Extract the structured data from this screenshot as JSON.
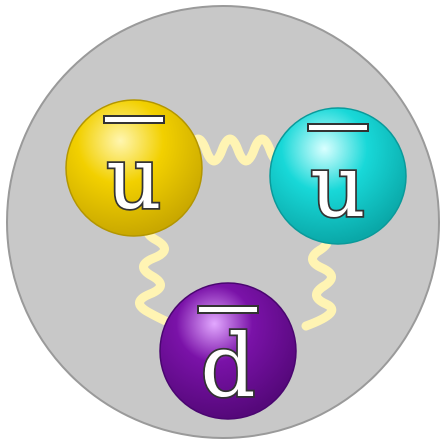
{
  "diagram": {
    "container": {
      "fill": "#c8c8c8",
      "stroke": "#888888"
    },
    "gluon_color": "#fff4b3",
    "quarks": [
      {
        "id": "anti-up-left",
        "label": "u",
        "anti": true,
        "color": "#f2d000",
        "highlight": "#fff6b0"
      },
      {
        "id": "anti-up-right",
        "label": "u",
        "anti": true,
        "color": "#18d8d8",
        "highlight": "#d9ffff"
      },
      {
        "id": "anti-down",
        "label": "d",
        "anti": true,
        "color": "#7a12a8",
        "highlight": "#e2a8ff"
      }
    ]
  }
}
